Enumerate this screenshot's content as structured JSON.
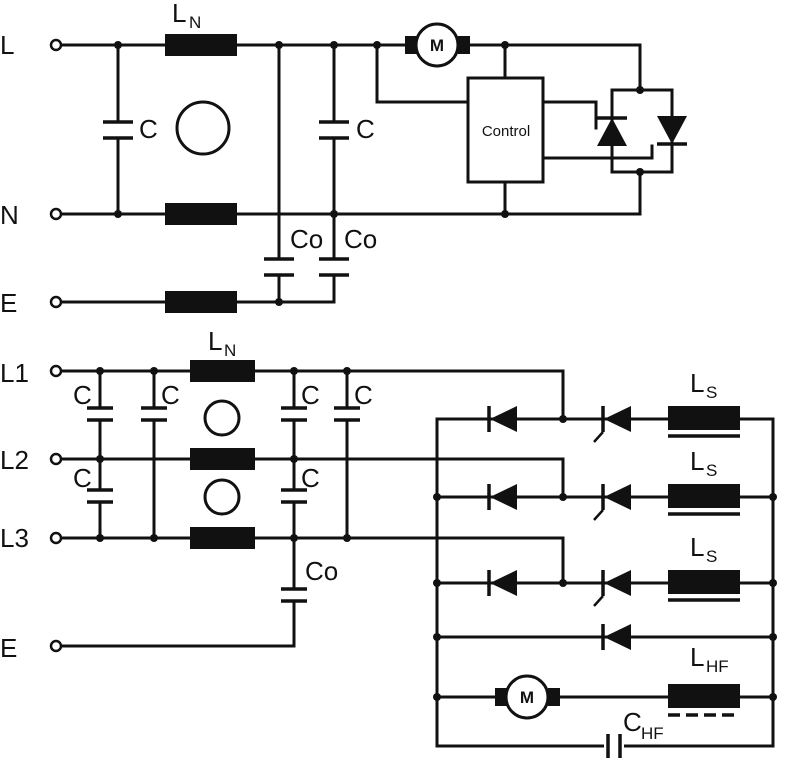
{
  "single_phase": {
    "terminals": [
      "L",
      "N",
      "E"
    ],
    "choke_label": "L",
    "choke_sub": "N",
    "cap_x_labels": [
      "C",
      "C"
    ],
    "cap_y_labels": [
      "Co",
      "Co"
    ],
    "motor_label": "M",
    "control_label": "Control"
  },
  "three_phase": {
    "terminals": [
      "L1",
      "L2",
      "L3",
      "E"
    ],
    "choke_label": "L",
    "choke_sub": "N",
    "cap_labels": [
      "C",
      "C",
      "C",
      "C",
      "C",
      "C"
    ],
    "cap_y_label": "Co",
    "series_inductor_labels": [
      "L",
      "L",
      "L"
    ],
    "series_inductor_sub": "S",
    "hf_inductor_label": "L",
    "hf_inductor_sub": "HF",
    "hf_cap_label": "C",
    "hf_cap_sub": "HF",
    "motor_label": "M"
  }
}
